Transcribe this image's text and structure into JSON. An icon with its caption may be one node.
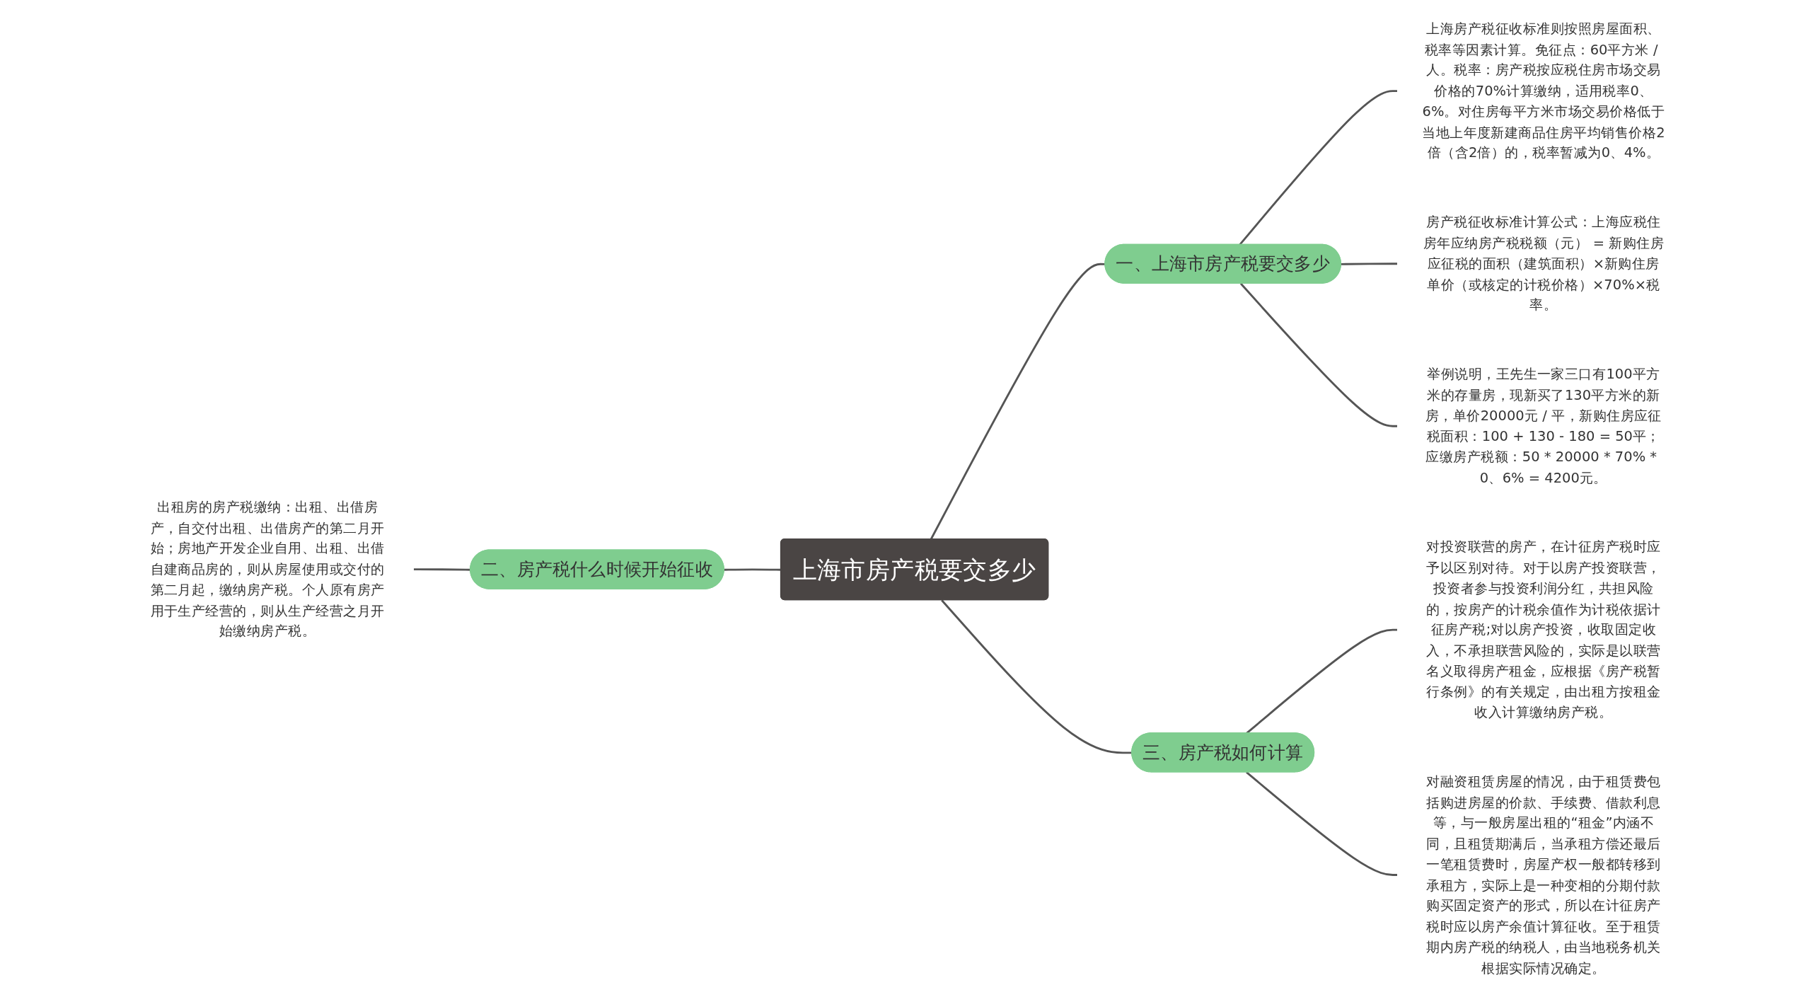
{
  "diagram": {
    "nodes": [
      {
        "text": [
          "上海市房产税要交多少"
        ]
      },
      {
        "text": [
          "一、上海市房产税要交多少"
        ]
      },
      {
        "text": [
          "上海房产税征收标准则按照房屋面积、税率等因素计算。免征点：60平方米 / 人。税率：房产税按应税住房市场交易价格的70%计算缴纳，适用税率0、6%。对住房每平方米市场交易价格低于当地上年度新建商品住房平均销售价格2倍（含2倍）的，税率暂减为0、4%。"
        ]
      },
      {
        "text": [
          "房产税征收标准计算公式：上海应税住房年应纳房产税税额（元） = 新购住房应征税的面积（建筑面积）×新购住房单价（或核定的计税价格）×70%×税率。"
        ]
      },
      {
        "text": [
          "举例说明，王先生一家三口有100平方米的存量房，现新买了130平方米的新房，单价20000元 / 平，新购住房应征税面积：100 + 130 - 180 = 50平；应缴房产税额：50 * 20000 * 70% * 0、6% = 4200元。"
        ]
      },
      {
        "text": [
          "二、房产税什么时候开始征收"
        ]
      },
      {
        "text": [
          "出租房的房产税缴纳：出租、出借房产，自交付出租、出借房产的第二月开始；房地产开发企业自用、出租、出借自建商品房的，则从房屋使用或交付的第二月起，缴纳房产税。个人原有房产用于生产经营的，则从生产经营之月开始缴纳房产税。"
        ]
      },
      {
        "text": [
          "三、房产税如何计算"
        ]
      },
      {
        "text": [
          "对投资联营的房产，在计征房产税时应予以区别对待。对于以房产投资联营，投资者参与投资利润分红，共担风险的，按房产的计税余值作为计税依据计征房产税;对以房产投资，收取固定收入，不承担联营风险的，实际是以联营名义取得房产租金，应根据《房产税暂行条例》的有关规定，由出租方按租金收入计算缴纳房产税。"
        ]
      },
      {
        "text": [
          "对融资租赁房屋的情况，由于租赁费包括购进房屋的价款、手续费、借款利息等，与一般房屋出租的“租金”内涵不同，且租赁期满后，当承租方偿还最后一笔租赁费时，房屋产权一般都转移到承租方，实际上是一种变相的分期付款购买固定资产的形式，所以在计征房产税时应以房产余值计算征收。至于租赁期内房产税的纳税人，由当地税务机关根据实际情况确定。"
        ]
      }
    ],
    "edges": [
      {
        "from": 0,
        "to": 1,
        "arrow": "none"
      },
      {
        "from": 1,
        "to": 2,
        "arrow": "none"
      },
      {
        "from": 1,
        "to": 3,
        "arrow": "none"
      },
      {
        "from": 1,
        "to": 4,
        "arrow": "none"
      },
      {
        "from": 5,
        "to": 0,
        "arrow": "none"
      },
      {
        "from": 6,
        "to": 5,
        "arrow": "none"
      },
      {
        "from": 0,
        "to": 7,
        "arrow": "none"
      },
      {
        "from": 7,
        "to": 8,
        "arrow": "none"
      },
      {
        "from": 7,
        "to": 9,
        "arrow": "none"
      }
    ]
  }
}
